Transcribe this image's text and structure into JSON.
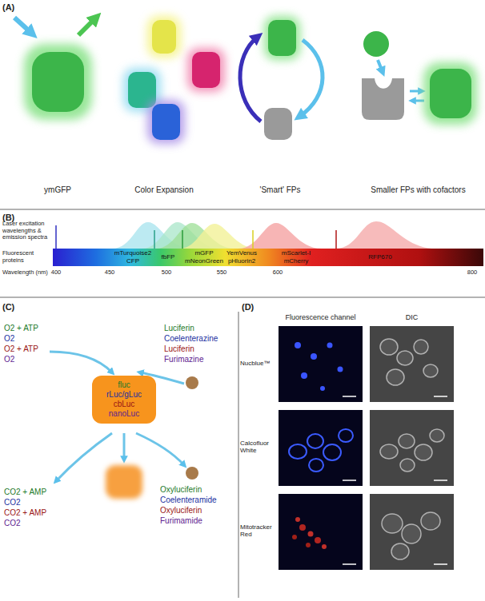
{
  "diagram": {
    "nodes": [
      {
        "text": [
          "fluc",
          "rLuc/gLuc",
          "cbLuc",
          "nanoLuc"
        ]
      },
      {
        "text": [
          "mTurquoise2",
          "CFP",
          "fbFP",
          "mGFP",
          "mNeonGreen",
          "YemVenus",
          "pHluorin2",
          "mScarlet-I",
          "mCherry",
          "RFP670"
        ]
      }
    ],
    "labels": [
      "(A)",
      "ymGFP",
      "Color Expansion",
      "'Smart' FPs",
      "Smaller FPs with cofactors",
      "(B)",
      "Laser excitation wavelengths & emission spectra",
      "Fluorescent proteins",
      "Wavelength (nm)",
      "400",
      "450",
      "500",
      "550",
      "600",
      "800",
      "(C)",
      "O2 + ATP",
      "O2",
      "O2 + ATP",
      "O2",
      "Luciferin",
      "Coelenterazine",
      "Luciferin",
      "Furimazine",
      "CO2 + AMP",
      "CO2",
      "CO2 + AMP",
      "CO2",
      "Oxyluciferin",
      "Coelenteramide",
      "Oxyluciferin",
      "Furimamide",
      "(D)",
      "Fluorescence channel",
      "DIC",
      "Nucblue™",
      "Calcofluor White",
      "Mitotracker Red"
    ]
  }
}
